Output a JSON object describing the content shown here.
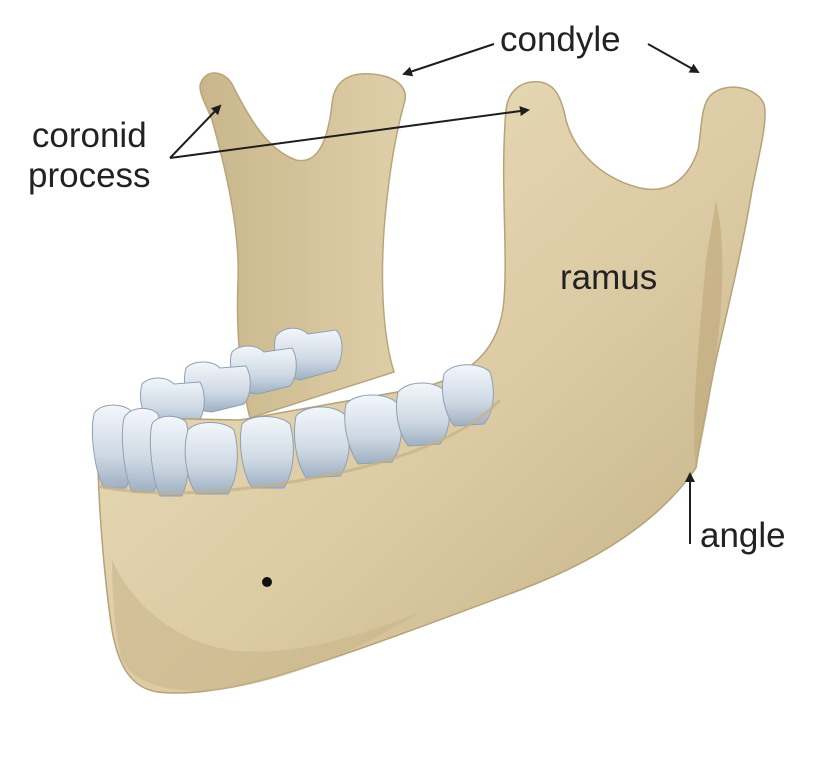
{
  "labels": {
    "condyle": "condyle",
    "coronoid_line1": "coronid",
    "coronoid_line2": "process",
    "ramus": "ramus",
    "angle": "angle"
  },
  "colors": {
    "bone_light": "#e9dcba",
    "bone_base": "#d8c79f",
    "bone_shadow": "#b9a57a",
    "tooth_light": "#eef3f8",
    "tooth_base": "#c9d5e1",
    "tooth_shadow": "#98a9bb",
    "arrow": "#1e1e1e",
    "text": "#222222"
  },
  "icons": {
    "mental_foramen": "dark-dot"
  }
}
